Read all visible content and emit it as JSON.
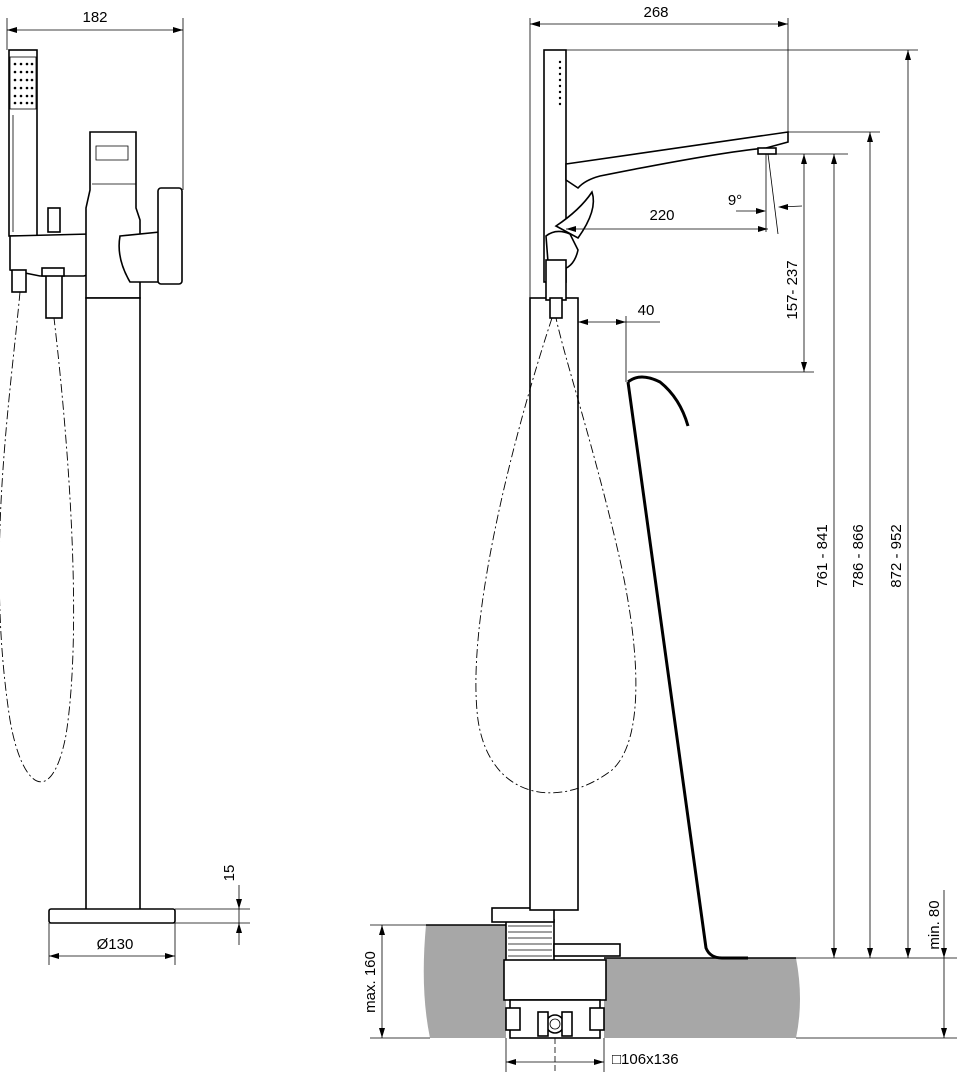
{
  "drawing": {
    "front_view": {
      "width_label": "182",
      "base_diameter_label": "Ø130",
      "base_thickness_label": "15"
    },
    "side_view": {
      "total_width_label": "268",
      "spout_reach_label": "220",
      "spout_angle_label": "9°",
      "spout_height_label": "157- 237",
      "hose_clearance_label": "40",
      "outlet_height_label": "761 - 841",
      "spout_top_height_label": "786 - 866",
      "total_height_label": "872 - 952",
      "floor_max_depth_label": "max. 160",
      "floor_min_label": "min. 80",
      "box_size_label": "□106x136"
    }
  }
}
